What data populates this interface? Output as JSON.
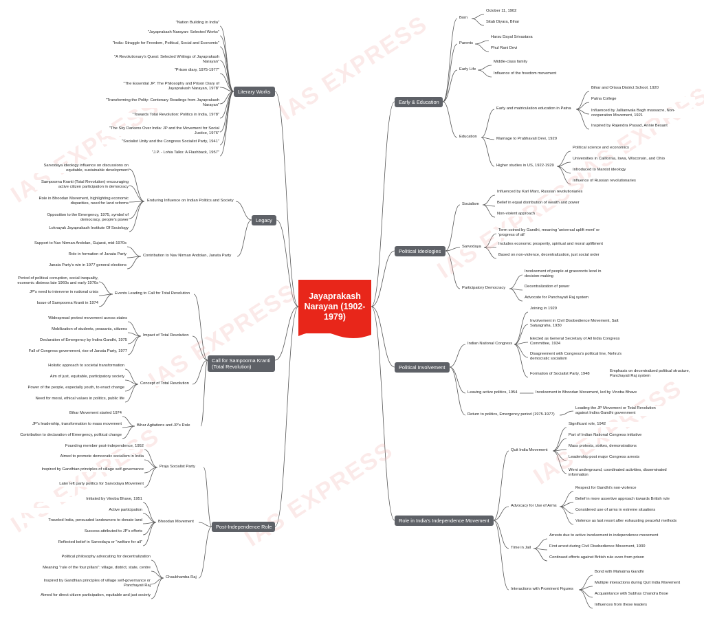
{
  "central_title": "Jayaprakash Narayan (1902-1979)",
  "watermark_text": "IAS EXPRESS",
  "colors": {
    "central": "#e8261a",
    "branch": "#5e6167",
    "line": "#555555",
    "watermark": "#f3b6b3"
  },
  "branches": {
    "early": {
      "label": "Early & Education",
      "born": {
        "label": "Born",
        "items": [
          "October 11, 1902",
          "Sitab Diyara, Bihar"
        ]
      },
      "parents": {
        "label": "Parents",
        "items": [
          "Harsu Dayal Srivastava",
          "Phul Rani Devi"
        ]
      },
      "early_life": {
        "label": "Early Life",
        "items": [
          "Middle-class family",
          "Influence of the freedom movement"
        ]
      },
      "education": {
        "label": "Education",
        "early_matric": {
          "label": "Early and matriculation education in Patna",
          "items": [
            "Bihar and Orissa District School, 1920",
            "Patna College",
            "Influenced by Jallianwala Bagh massacre, Non-cooperation Movement, 1921",
            "Inspired by Rajendra Prasad, Annie Besant"
          ]
        },
        "marriage": "Marriage to Prabhavati Devi, 1920",
        "higher": {
          "label": "Higher studies in US, 1922-1929",
          "items": [
            "Political science and economics",
            "Universities in California, Iowa, Wisconsin, and Ohio",
            "Introduced to Marxist ideology",
            "Influence of Russian revolutionaries"
          ]
        }
      }
    },
    "ideologies": {
      "label": "Political Ideologies",
      "socialism": {
        "label": "Socialism",
        "items": [
          "Influenced by Karl Marx, Russian revolutionaries",
          "Belief in equal distribution of wealth and power",
          "Non-violent approach"
        ]
      },
      "sarvodaya": {
        "label": "Sarvodaya",
        "items": [
          "Term coined by Gandhi, meaning 'universal uplift ment' or 'progress of all'",
          "Includes economic prosperity, spiritual and moral upliftment",
          "Based on non-violence, decentralization, just social order"
        ]
      },
      "participatory": {
        "label": "Participatory Democracy",
        "items": [
          "Involvement of people at grassroots level in decision-making",
          "Decentralization of power",
          "Advocate for Panchayati Raj system"
        ]
      }
    },
    "involvement": {
      "label": "Political Involvement",
      "inc": {
        "label": "Indian National Congress",
        "items": [
          "Joining in 1929",
          "Involvement in Civil Disobedience Movement, Salt Satyagraha, 1930",
          "Elected as General Secretary of All India Congress Committee, 1934",
          "Disagreement with Congress's political line, Nehru's democratic socialism",
          "Formation of Socialist Party, 1948"
        ],
        "emphasis": "Emphasis on decentralized political structure, Panchayati Raj system"
      },
      "leaving": {
        "label": "Leaving active politics, 1954",
        "item": "Involvement in Bhoodan Movement, led by Vinoba Bhave"
      },
      "return": {
        "label": "Return to politics, Emergency period (1975-1977)",
        "item": "Leading the JP Movement or Total Revolution against Indira Gandhi government"
      }
    },
    "independence": {
      "label": "Role in India's Independence Movement",
      "quit_india": {
        "label": "Quit India Movement",
        "items": [
          "Significant role, 1942",
          "Part of Indian National Congress initiative",
          "Mass protests, strikes, demonstrations",
          "Leadership post major Congress arrests",
          "Went underground, coordinated activities, disseminated information"
        ]
      },
      "arms": {
        "label": "Advocacy for Use of Arms",
        "items": [
          "Respect for Gandhi's non-violence",
          "Belief in more assertive approach towards British rule",
          "Considered use of arms in extreme situations",
          "Violence as last resort after exhausting peaceful methods"
        ]
      },
      "jail": {
        "label": "Time in Jail",
        "items": [
          "Arrests due to active involvement in independence movement",
          "First arrest during Civil Disobedience Movement, 1930",
          "Continued efforts against British rule even from prison"
        ]
      },
      "figures": {
        "label": "Interactions with Prominent Figures",
        "items": [
          "Bond with Mahatma Gandhi",
          "Multiple interactions during Quit India Movement",
          "Acquaintance with Subhas Chandra Bose",
          "Influences from these leaders"
        ]
      }
    },
    "literary": {
      "label": "Literary Works",
      "items": [
        "\"Nation Building in India\"",
        "\"Jayaprakash Narayan: Selected Works\"",
        "\"India: Struggle for Freedom, Political, Social and Economic\"",
        "\"A Revolutionary's Quest: Selected Writings of Jayaprakash Narayan\"",
        "\"Prison diary, 1975-1977\"",
        "\"The Essential JP: The Philosophy and Prison Diary of Jayaprakash Narayan, 1978\"",
        "\"Transforming the Polity: Centenary Readings from Jayaprakash Narayan\"",
        "\"Towards Total Revolution: Politics in India, 1978\"",
        "\"The Sky Darkens Over India: JP and the Movement for Social Justice, 1976\"",
        "\"Socialist Unity and the Congress Socialist Party, 1941\"",
        "\"J.P. - Lohia Talks: A Flashback, 1957\""
      ]
    },
    "legacy": {
      "label": "Legacy",
      "enduring": {
        "label": "Enduring Influence on Indian Politics and Society",
        "items": [
          "Sarvodaya ideology influence on discussions on equitable, sustainable development",
          "Sampoorna Kranti (Total Revolution) encouraging active citizen participation in democracy",
          "Role in Bhoodan Movement, highlighting economic disparities, need for land reforms",
          "Opposition to the Emergency, 1975, symbol of democracy, people's power",
          "Loknayak Jayaprakash Institute Of Sociology"
        ]
      },
      "contribution": {
        "label": "Contribution to Nav Nirman Andolan, Janata Party",
        "items": [
          "Support to Nav Nirman Andolan, Gujarat, mid-1970s",
          "Role in formation of Janata Party",
          "Janata Party's win in 1977 general elections"
        ]
      }
    },
    "kranti": {
      "label": "Call for Sampoorna Kranti (Total Revolution)",
      "events": {
        "label": "Events Leading to Call for Total Revolution",
        "items": [
          "Period of political corruption, social inequality, economic distress late 1960s and early 1970s",
          "JP's need to intervene in national crisis",
          "Issue of Sampoorna Kranti in 1974"
        ]
      },
      "impact": {
        "label": "Impact of Total Revolution",
        "items": [
          "Widespread protest movement across states",
          "Mobilization of students, peasants, citizens",
          "Declaration of Emergency by Indira Gandhi, 1975",
          "Fall of Congress government, rise of Janata Party, 1977"
        ]
      },
      "concept": {
        "label": "Concept of Total Revolution",
        "items": [
          "Holistic approach to societal transformation",
          "Aim of just, equitable, participatory society",
          "Power of the people, especially youth, to enact change",
          "Need for moral, ethical values in politics, public life"
        ]
      },
      "bihar": {
        "label": "Bihar Agitations and JP's Role",
        "items": [
          "Bihar Movement started 1974",
          "JP's leadership, transformation to mass movement",
          "Contribution to declaration of Emergency, political change"
        ]
      }
    },
    "post": {
      "label": "Post-Independence Role",
      "praja": {
        "label": "Praja Socialist Party",
        "items": [
          "Founding member post-independence, 1952",
          "Aimed to promote democratic socialism in India",
          "Inspired by Gandhian principles of village self-governance",
          "Later left party politics for Sarvodaya Movement"
        ]
      },
      "bhoodan": {
        "label": "Bhoodan Movement",
        "items": [
          "Initiated by Vinoba Bhave, 1951",
          "Active participation",
          "Traveled India, persuaded landowners to donate land",
          "Success attributed to JP's efforts",
          "Reflected belief in Sarvodaya or \"welfare for all\""
        ]
      },
      "chaukhamba": {
        "label": "Chaukhamba Raj",
        "items": [
          "Political philosophy advocating for decentralization",
          "Meaning \"rule of the four pillars\": village, district, state, centre",
          "Inspired by Gandhian principles of village self-governance or Panchayati Raj",
          "Aimed for direct citizen participation, equitable and just society"
        ]
      }
    }
  }
}
